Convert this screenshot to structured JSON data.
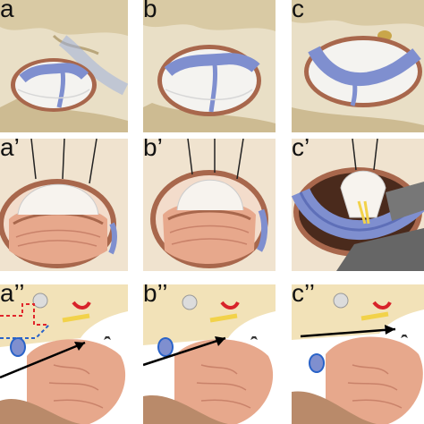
{
  "figure": {
    "rows": [
      {
        "id": "bone-window",
        "panels": [
          {
            "label": "a",
            "opening": "small"
          },
          {
            "label": "b",
            "opening": "medium"
          },
          {
            "label": "c",
            "opening": "large"
          }
        ]
      },
      {
        "id": "dural-opening",
        "panels": [
          {
            "label": "a’"
          },
          {
            "label": "b’"
          },
          {
            "label": "c’"
          }
        ]
      },
      {
        "id": "approach-trajectory",
        "panels": [
          {
            "label": "a’’"
          },
          {
            "label": "b’’"
          },
          {
            "label": "c’’"
          }
        ]
      }
    ],
    "colors": {
      "bone": "#e8dcc0",
      "bone_shadow": "#b9a67c",
      "sinus_blue": "#7f8fcf",
      "dura_rim": "#b06a4c",
      "cerebellum": "#e7a88c",
      "arrow": "#000000",
      "nerve_yellow": "#f2d24a",
      "artery_red": "#d8232a"
    }
  }
}
